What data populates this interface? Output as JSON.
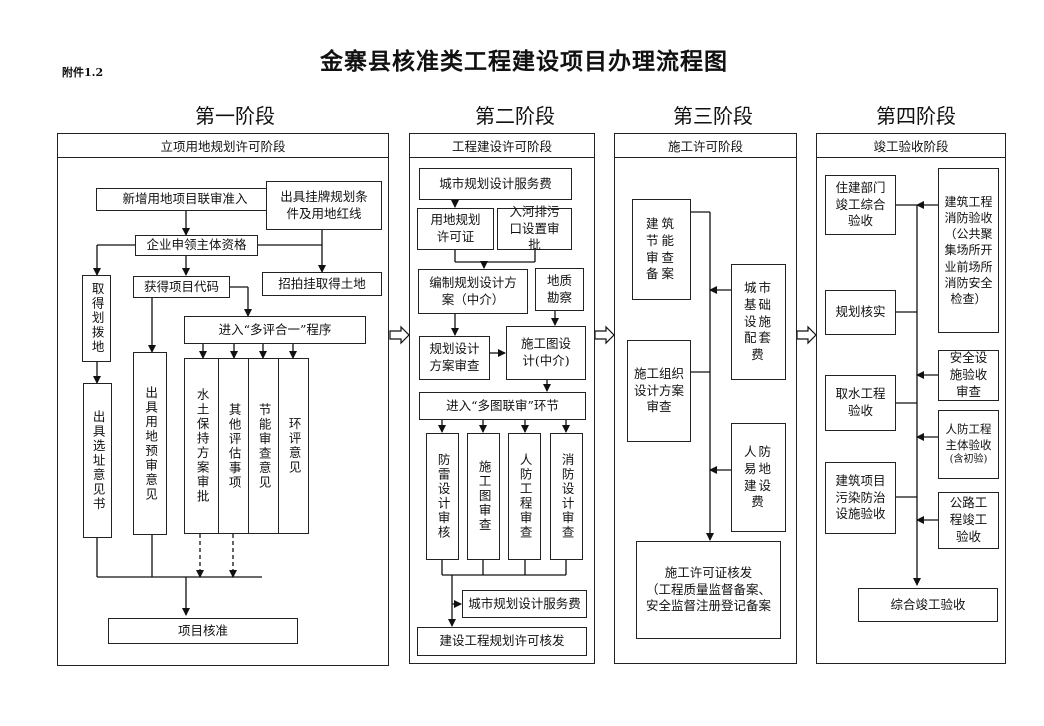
{
  "annex": "附件1.2",
  "title": "金寨县核准类工程建设项目办理流程图",
  "stages": [
    "第一阶段",
    "第二阶段",
    "第三阶段",
    "第四阶段"
  ],
  "stage1": {
    "header": "立项用地规划许可阶段",
    "new_land": "新增用地项目联审准入",
    "listing_conditions": "出具挂牌规划条件及用地红线",
    "subject_qualification": "企业申领主体资格",
    "auction_land": "招拍挂取得土地",
    "allocated_land": "取得划拨地",
    "project_code": "获得项目代码",
    "multi_review": "进入“多评合一”程序",
    "site_opinion": "出具选址意见书",
    "land_pre_review": "出具用地预审意见",
    "soil_water": "水土保持方案审批",
    "other_eval": "其他评估事项",
    "energy_review": "节能审查意见",
    "env_review": "环评意见",
    "approval": "项目核准"
  },
  "stage2": {
    "header": "工程建设许可阶段",
    "planning_fee_top": "城市规划设计服务费",
    "land_permit": "用地规划许可证",
    "sewage_outlet": "入河排污口设置审批",
    "planning_scheme": "编制规划设计方案（中介）",
    "geo_survey": "地质勘察",
    "scheme_review": "规划设计方案审查",
    "construction_drawing": "施工图设计(中介)",
    "multi_drawing": "进入“多图联审”环节",
    "lightning": "防雷设计审核",
    "drawing_review": "施工图审查",
    "civil_defense": "人防工程审查",
    "fire_design": "消防设计审查",
    "planning_fee_bottom": "城市规划设计服务费",
    "planning_permit": "建设工程规划许可核发"
  },
  "stage3": {
    "header": "施工许可阶段",
    "energy_filing": "建筑节能审查备案",
    "infra_fee": "城市基础设施配套费",
    "org_design": "施工组织设计方案审查",
    "civil_fee": "人防易地建设费",
    "permit_issue": "施工许可证核发",
    "permit_issue_note": "（工程质量监督备案、安全监督注册登记备案"
  },
  "stage4": {
    "header": "竣工验收阶段",
    "housing_acceptance": "住建部门竣工综合验收",
    "fire_acceptance": "建筑工程消防验收（公共聚集场所开业前场所消防安全检查）",
    "planning_check": "规划核实",
    "safety_acceptance": "安全设施验收审查",
    "water_acceptance": "取水工程验收",
    "civil_acceptance": "人防工程主体验收",
    "civil_acceptance_note": "(含初验)",
    "pollution_acceptance": "建筑项目污染防治设施验收",
    "road_acceptance": "公路工程竣工验收",
    "final_acceptance": "综合竣工验收"
  }
}
